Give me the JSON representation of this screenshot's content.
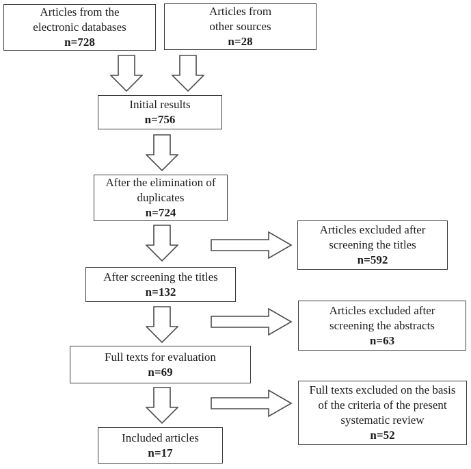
{
  "colors": {
    "border-color": "#3a3a3a",
    "text-color": "#1c1c1c",
    "bg-color": "#ffffff",
    "arrow-color": "#4a4a4a",
    "arrow-fill": "#ffffff"
  },
  "icons": {
    "down_arrow": "hollow-block-arrow-down",
    "right_arrow": "hollow-block-arrow-right"
  },
  "boxes": {
    "databases": {
      "lines": [
        "Articles from the",
        "electronic databases"
      ],
      "n": "n=728"
    },
    "other_sources": {
      "lines": [
        "Articles from",
        "other sources"
      ],
      "n": "n=28"
    },
    "initial": {
      "lines": [
        "Initial results"
      ],
      "n": "n=756"
    },
    "duplicates": {
      "lines": [
        "After the elimination of",
        "duplicates"
      ],
      "n": "n=724"
    },
    "titles": {
      "lines": [
        "After screening the titles"
      ],
      "n": "n=132"
    },
    "fulltexts": {
      "lines": [
        "Full texts for evaluation"
      ],
      "n": "n=69"
    },
    "included": {
      "lines": [
        "Included articles"
      ],
      "n": "n=17"
    },
    "excluded_titles": {
      "lines": [
        "Articles excluded after",
        "screening the titles"
      ],
      "n": "n=592"
    },
    "excluded_abstracts": {
      "lines": [
        "Articles excluded after",
        "screening the abstracts"
      ],
      "n": "n=63"
    },
    "excluded_fulltexts": {
      "lines": [
        "Full texts excluded on the basis",
        "of the criteria of the present",
        "systematic review"
      ],
      "n": "n=52"
    }
  }
}
